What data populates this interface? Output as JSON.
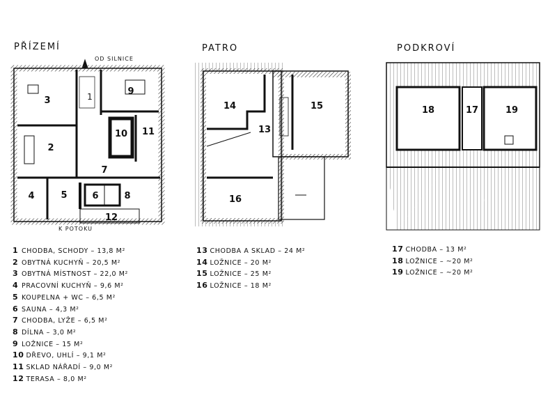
{
  "floors": [
    {
      "title": "PŘÍZEMÍ"
    },
    {
      "title": "PATRO"
    },
    {
      "title": "PODKROVÍ"
    }
  ],
  "notes": {
    "road": "OD SILNICE",
    "stream": "K POTOKU"
  },
  "legend": [
    {
      "num": "1",
      "text": "CHODBA, SCHODY – 13,8 M²"
    },
    {
      "num": "2",
      "text": "OBYTNÁ KUCHYŇ – 20,5 M²"
    },
    {
      "num": "3",
      "text": "OBYTNÁ MÍSTNOST – 22,0 M²"
    },
    {
      "num": "4",
      "text": "PRACOVNÍ KUCHYŇ – 9,6 M²"
    },
    {
      "num": "5",
      "text": "KOUPELNA + WC – 6,5 M²"
    },
    {
      "num": "6",
      "text": "SAUNA – 4,3 M²"
    },
    {
      "num": "7",
      "text": "CHODBA, LYŽE – 6,5 M²"
    },
    {
      "num": "8",
      "text": "DÍLNA – 3,0 M²"
    },
    {
      "num": "9",
      "text": "LOŽNICE – 15 M²"
    },
    {
      "num": "10",
      "text": "DŘEVO, UHLÍ – 9,1 M²"
    },
    {
      "num": "11",
      "text": "SKLAD NÁŘADÍ – 9,0 M²"
    },
    {
      "num": "12",
      "text": "TERASA – 8,0 M²"
    },
    {
      "num": "13",
      "text": "CHODBA A SKLAD – 24 M²"
    },
    {
      "num": "14",
      "text": "LOŽNICE – 20 M²"
    },
    {
      "num": "15",
      "text": "LOŽNICE – 25 M²"
    },
    {
      "num": "16",
      "text": "LOŽNICE – 18 M²"
    },
    {
      "num": "17",
      "text": "CHODBA – 13 M²"
    },
    {
      "num": "18",
      "text": "LOŽNICE – ~20 M²"
    },
    {
      "num": "19",
      "text": "LOŽNICE – ~20 M²"
    }
  ]
}
